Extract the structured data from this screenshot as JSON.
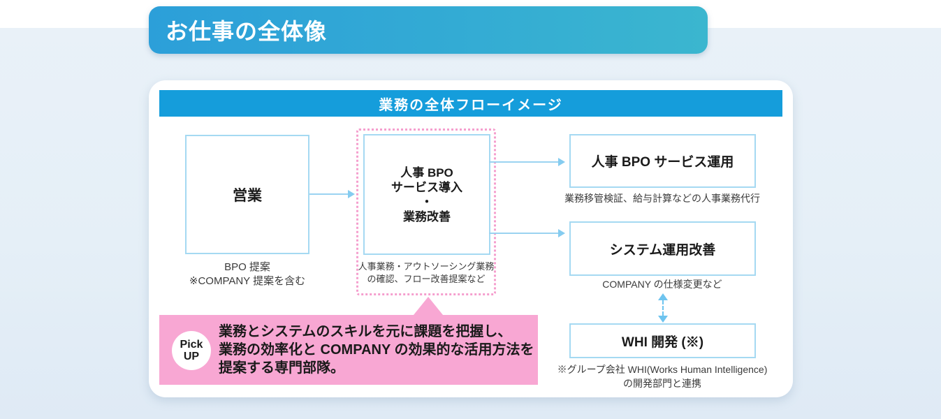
{
  "page_header": {
    "title": "お仕事の全体像"
  },
  "card": {
    "title": "業務の全体フローイメージ",
    "sales_box": {
      "label": "営業",
      "caption_lines": [
        "BPO 提案",
        "※COMPANY 提案を含む"
      ]
    },
    "bpo_intro_box": {
      "label_lines": [
        "人事 BPO",
        "サービス導入",
        "・",
        "業務改善"
      ],
      "caption_lines": [
        "人事業務・アウトソーシング業務",
        "の確認、フロー改善提案など"
      ]
    },
    "operation_box": {
      "label": "人事 BPO サービス運用",
      "caption": "業務移管検証、給与計算などの人事業務代行"
    },
    "system_box": {
      "label": "システム運用改善",
      "caption": "COMPANY の仕様変更など"
    },
    "whi_box": {
      "label": "WHI 開発 (※)",
      "caption_lines": [
        "※グループ会社 WHI(Works Human Intelligence)",
        "の開発部門と連携"
      ]
    },
    "pickup": {
      "badge_lines": [
        "Pick",
        "UP"
      ],
      "text_lines": [
        "業務とシステムのスキルを元に課題を把握し、",
        "業務の効率化と COMPANY の効果的な活用方法を",
        "提案する専門部隊。"
      ]
    }
  },
  "colors": {
    "header_gradient_start": "#2c9fd9",
    "header_gradient_end": "#3bb6cf",
    "card_titlebar": "#159ddb",
    "background": "#e7f0f8",
    "box_border": "#a5d9f2",
    "arrow": "#9ad3f1",
    "dashed_arrow": "#6ec4ef",
    "pink_fill": "#f8a7d3",
    "pink_dotted": "#f59fce"
  }
}
